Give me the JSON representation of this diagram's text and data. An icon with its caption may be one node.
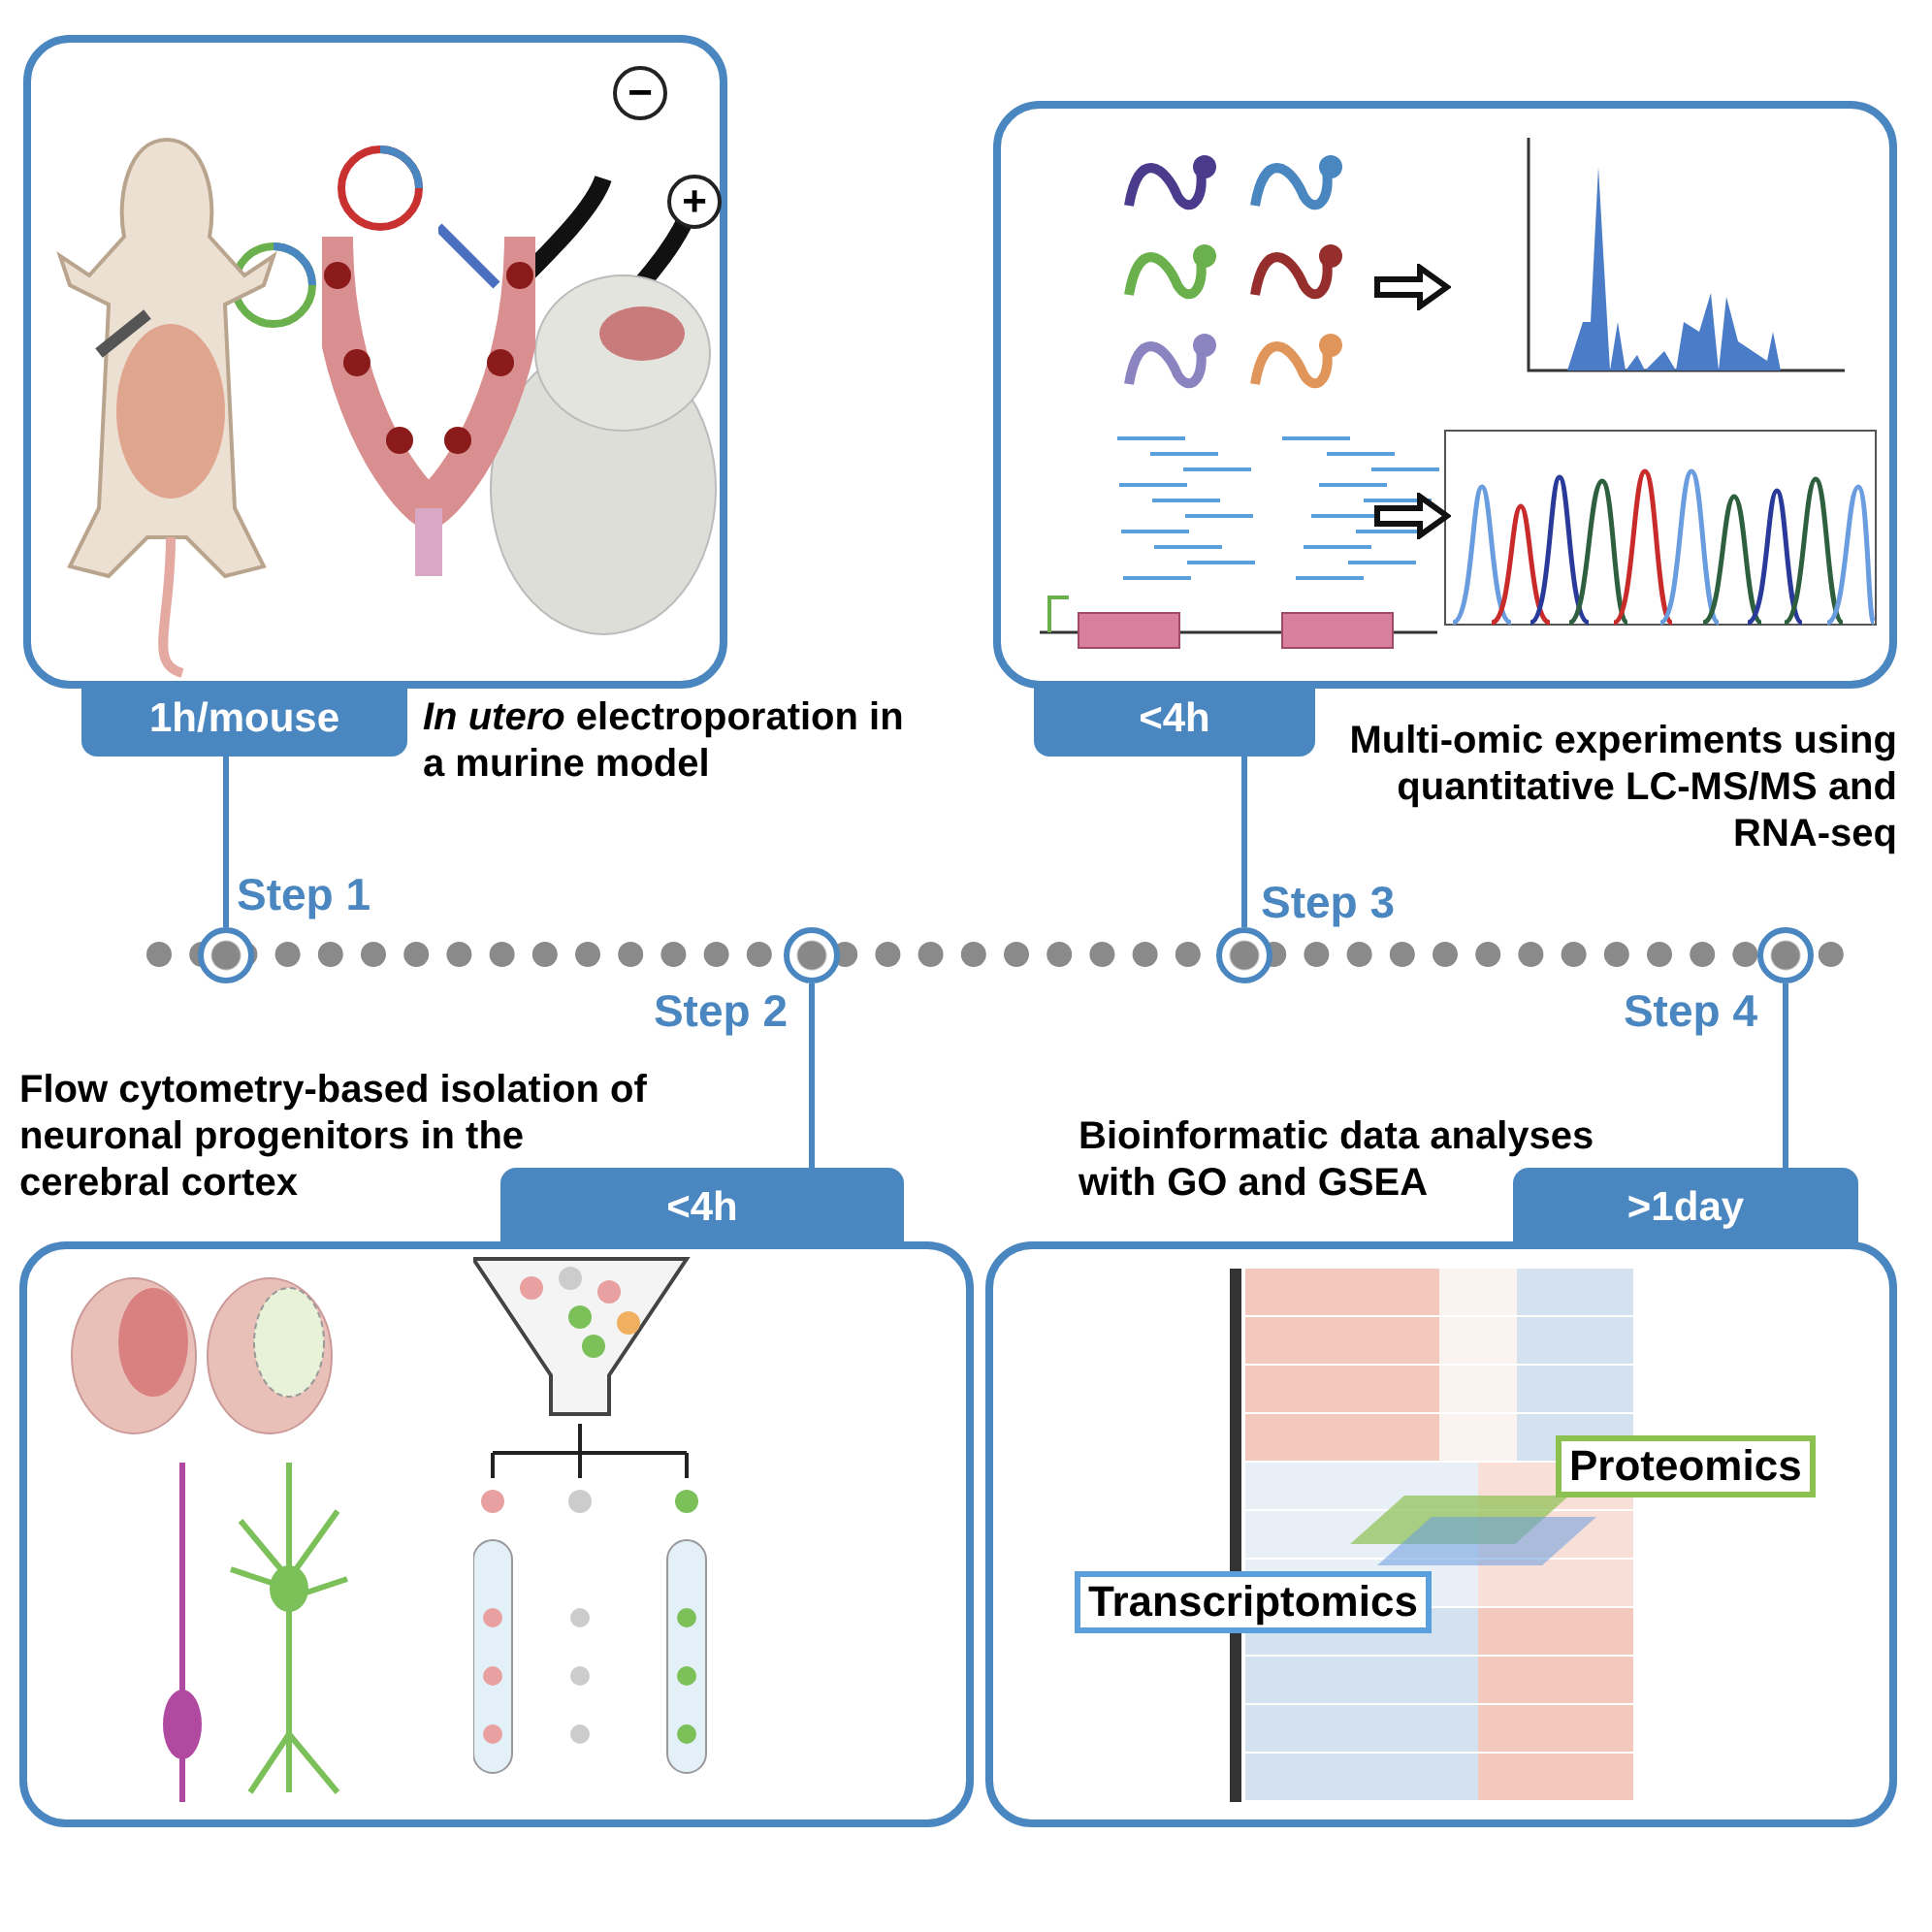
{
  "diagram": {
    "nodes": [
      {
        "text": [],
        "shape": "box"
      },
      {
        "text": [
          "1h/mouse"
        ],
        "beside": [
          "*In utero* electroporation in a murine model"
        ]
      },
      {
        "text": [],
        "shape": "box"
      },
      {
        "text": [
          "<4h"
        ],
        "beside": [
          "Multi-omic experiments using quantitative LC-MS/MS and RNA-seq"
        ]
      },
      {
        "text": [],
        "shape": "circle",
        "beside": [
          "Step 1"
        ]
      },
      {
        "text": [],
        "shape": "circle",
        "beside": [
          "Step 2"
        ]
      },
      {
        "text": [],
        "shape": "circle",
        "beside": [
          "Step 3"
        ]
      },
      {
        "text": [],
        "shape": "circle",
        "beside": [
          "Step 4"
        ]
      },
      {
        "text": [
          "<4h"
        ],
        "beside": [
          "Flow cytometry-based isolation of neuronal progenitors in the cerebral cortex"
        ]
      },
      {
        "text": [],
        "shape": "box"
      },
      {
        "text": [
          ">1day"
        ],
        "beside": [
          "Bioinformatic data analyses with GO and GSEA"
        ]
      },
      {
        "text": [],
        "shape": "box"
      },
      {
        "text": [
          "Proteomics"
        ],
        "in": 11
      },
      {
        "text": [
          "Transcriptomics"
        ],
        "in": 11
      }
    ],
    "edges": [
      {
        "from": 1,
        "to": 4,
        "arrow": "none"
      },
      {
        "from": 3,
        "to": 6,
        "arrow": "none"
      },
      {
        "from": 5,
        "to": 8,
        "arrow": "none"
      },
      {
        "from": 7,
        "to": 10,
        "arrow": "none"
      }
    ],
    "labels": [
      "−",
      "+"
    ]
  }
}
